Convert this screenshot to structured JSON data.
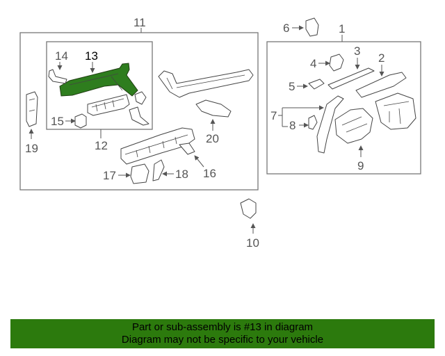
{
  "diagram": {
    "callouts": {
      "n1": "1",
      "n2": "2",
      "n3": "3",
      "n4": "4",
      "n5": "5",
      "n6": "6",
      "n7": "7",
      "n8": "8",
      "n9": "9",
      "n10": "10",
      "n11": "11",
      "n12": "12",
      "n13": "13",
      "n14": "14",
      "n15": "15",
      "n16": "16",
      "n17": "17",
      "n18": "18",
      "n19": "19",
      "n20": "20"
    },
    "highlighted_part": "13",
    "highlight_color": "#2e7d1e"
  },
  "footer": {
    "line1": "Part or sub-assembly is #13 in diagram",
    "line2": "Diagram may not be specific to your vehicle",
    "background": "#2c7a0d"
  }
}
